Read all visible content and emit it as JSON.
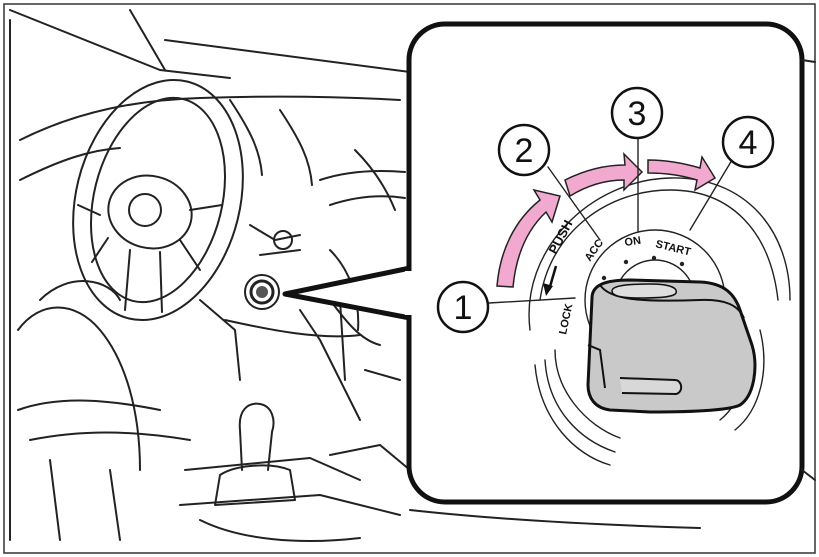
{
  "labels": {
    "push": "PUSH",
    "lock": "LOCK",
    "acc": "ACC",
    "on": "ON",
    "start": "START"
  },
  "callouts": [
    "1",
    "2",
    "3",
    "4"
  ],
  "colors": {
    "arrow_fill": "#f2a9cf",
    "key_fill": "#c9c9c9",
    "line": "#222222"
  }
}
